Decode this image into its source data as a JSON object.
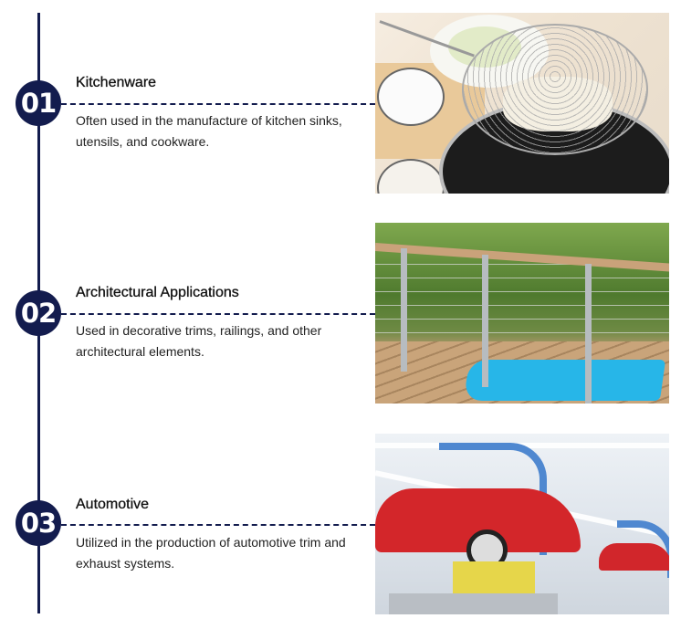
{
  "timeline": {
    "accent_color": "#131c4e",
    "items": [
      {
        "number": "01",
        "title": "Kitchenware",
        "description": "Often used in the manufacture of kitchen sinks, utensils, and cookware.",
        "image_alt": "Stainless steel wire strainer lifting food from a pot"
      },
      {
        "number": "02",
        "title": "Architectural Applications",
        "description": "Used in decorative trims, railings, and other architectural elements.",
        "image_alt": "Stainless steel cable railing on a wooden deck beside a pool"
      },
      {
        "number": "03",
        "title": "Automotive",
        "description": "Utilized in the production of automotive trim and exhaust systems.",
        "image_alt": "Red cars on an automotive assembly line"
      }
    ]
  }
}
